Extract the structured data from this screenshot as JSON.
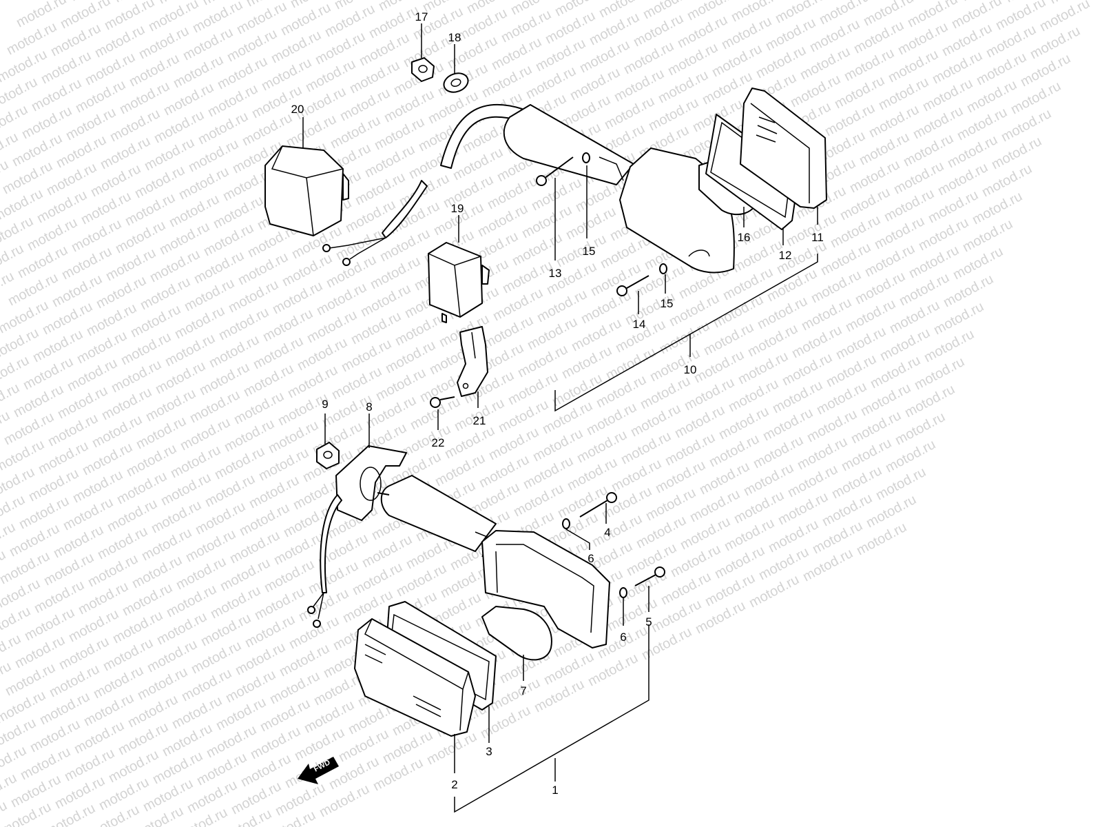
{
  "watermark": {
    "text": "motod.ru"
  },
  "fwd_label": "FWD",
  "callouts": {
    "c1": "1",
    "c2": "2",
    "c3": "3",
    "c4": "4",
    "c5": "5",
    "c6a": "6",
    "c6b": "6",
    "c7": "7",
    "c8": "8",
    "c9": "9",
    "c10": "10",
    "c11": "11",
    "c12": "12",
    "c13": "13",
    "c14": "14",
    "c15a": "15",
    "c15b": "15",
    "c16": "16",
    "c17": "17",
    "c18": "18",
    "c19": "19",
    "c20": "20",
    "c21": "21",
    "c22": "22"
  }
}
